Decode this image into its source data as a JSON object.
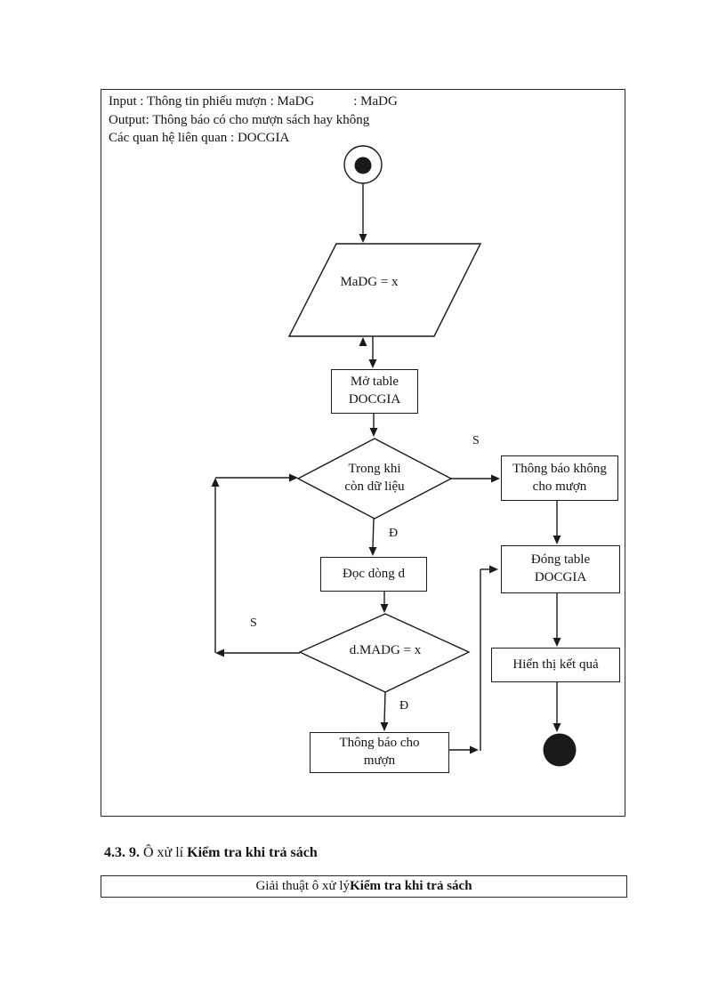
{
  "header": {
    "input_main": "Input : Thông tin phiếu mượn : MaDG",
    "input_extra": ": MaDG",
    "output": "Output: Thông báo có cho mượn sách hay không",
    "relations": "Các quan hệ liên quan : DOCGIA"
  },
  "nodes": {
    "io": "MaDG = x",
    "open1": "Mở table",
    "open2": "DOCGIA",
    "while1": "Trong khi",
    "while2": "còn dữ liệu",
    "no1": "Thông báo không",
    "no2": "cho mượn",
    "close1": "Đóng table",
    "close2": "DOCGIA",
    "show": "Hiển thị kết quả",
    "read": "Đọc dòng d",
    "check": "d.MADG = x",
    "yes1": "Thông báo cho",
    "yes2": "mượn"
  },
  "branch": {
    "s1": "S",
    "d1": "Đ",
    "s2": "S",
    "d2": "Đ"
  },
  "footer": {
    "num": "4.3. 9.",
    "mid": " Ô xử lí ",
    "bold": "Kiểm tra khi trả sách",
    "cap_normal": "Giải thuật ô xử lý ",
    "cap_bold": "Kiểm tra khi trả sách"
  },
  "colors": {
    "ink": "#1a1a1a",
    "paper": "#ffffff"
  }
}
